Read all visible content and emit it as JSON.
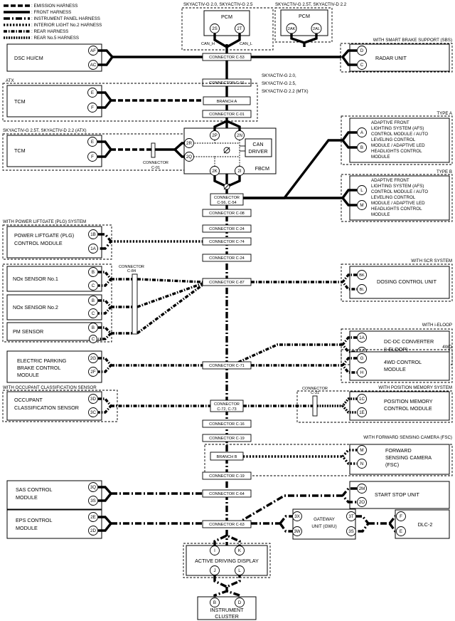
{
  "legend": [
    {
      "key": "emission",
      "label": ": EMISSION HARNESS"
    },
    {
      "key": "front",
      "label": ": FRONT HARNESS"
    },
    {
      "key": "instrument",
      "label": ": INSTRUMENT PANEL HARNESS"
    },
    {
      "key": "interior2",
      "label": ": INTERIOR LIGHT No.2 HARNESS"
    },
    {
      "key": "rear",
      "label": ": REAR HARNESS"
    },
    {
      "key": "rear5",
      "label": ": REAR No.5 HARNESS"
    }
  ],
  "pcm_a": {
    "variant": "SKYACTIV-G 2.0, SKYACTIV-G 2.5",
    "label": "PCM",
    "pin1": "2S",
    "pin2": "2T",
    "sig1": "CAN_H",
    "sig2": "CAN_L"
  },
  "pcm_b": {
    "variant": "SKYACTIV-G 2.5T, SKYACTIV-D 2.2",
    "label": "PCM",
    "pin1": "2AK",
    "pin2": "2AL"
  },
  "dsc": {
    "label": "DSC HU/CM",
    "pin1": "AF",
    "pin2": "AC"
  },
  "radar": {
    "group": "WITH SMART BRAKE SUPPORT (SBS)",
    "label": "RADAR UNIT",
    "pin1": "D",
    "pin2": "C"
  },
  "tcm_atx": {
    "group": "ATX",
    "label": "TCM",
    "pin1": "E",
    "pin2": "F"
  },
  "mtx_note": [
    "SKYACTIV-G 2.0,",
    "SKYACTIV-G 2.5,",
    "SKYACTIV-D 2.2 (MTX)"
  ],
  "tcm_atx2": {
    "group": "SKYACTIV-G 2.5T, SKYACTIV-D 2.2 (ATX)",
    "label": "TCM",
    "pin1": "E",
    "pin2": "F"
  },
  "connector_c01_label": [
    "CONNECTOR",
    "C-01"
  ],
  "branch_a": "BRANCH A",
  "fbcm": {
    "label": "FBCM",
    "can_driver": [
      "CAN",
      "DRIVER"
    ],
    "pins": [
      "2P",
      "2N",
      "2R",
      "2Q",
      "2K",
      "2I"
    ]
  },
  "afs_a": {
    "group": "TYPE A",
    "lines": [
      "ADAPTIVE FRONT",
      "LIGHTING SYSTEM (AFS)",
      "CONTROL MODULE / AUTO",
      "LEVELING CONTROL",
      "MODULE / ADAPTIVE LED",
      "HEADLIGHTS CONTROL",
      "MODULE"
    ],
    "pin1": "A",
    "pin2": "B"
  },
  "afs_b": {
    "group": "TYPE B",
    "lines": [
      "ADAPTIVE FRONT",
      "LIGHTING SYSTEM (AFS)",
      "CONTROL MODULE / AUTO",
      "LEVELING CONTROL",
      "MODULE / ADAPTIVE LED",
      "HEADLIGHTS CONTROL",
      "MODULE"
    ],
    "pin1": "L",
    "pin2": "M"
  },
  "plg": {
    "group": "WITH POWER LIFTGATE (PLG) SYSTEM",
    "lines": [
      "POWER LIFTGATE (PLG)",
      "CONTROL MODULE"
    ],
    "pin1": "1B",
    "pin2": "1A"
  },
  "nox1": {
    "label": "NOx SENSOR No.1",
    "pin1": "B",
    "pin2": "C"
  },
  "nox2": {
    "label": "NOx SENSOR No.2",
    "pin1": "B",
    "pin2": "C"
  },
  "pm": {
    "label": "PM SENSOR",
    "pin1": "B",
    "pin2": "C"
  },
  "c84_label": [
    "CONNECTOR",
    "C-84"
  ],
  "dosing": {
    "group": "WITH SCR SYSTEM",
    "label": "DOSING CONTROL UNIT",
    "pin1": "BK",
    "pin2": "BL"
  },
  "dcdc": {
    "group": "WITH i-ELOOP",
    "lines": [
      "DC-DC CONVERTER",
      "(i-ELOOP)"
    ],
    "pin1": "1A",
    "pin2": "1C"
  },
  "epb": {
    "lines": [
      "ELECTRIC PARKING",
      "BRAKE CONTROL",
      "MODULE"
    ],
    "pin1": "2G",
    "pin2": "2F"
  },
  "awd": {
    "group": "4WD",
    "lines": [
      "4WD CONTROL",
      "MODULE"
    ],
    "pin1": "G",
    "pin2": "H"
  },
  "ocs": {
    "group": "WITH OCCUPANT CLASSIFICATION SENSOR",
    "lines": [
      "OCCUPANT",
      "CLASSIFICATION SENSOR"
    ],
    "pin1": "3D",
    "pin2": "3C"
  },
  "pmcm": {
    "group": "WITH POSITION MEMORY SYSTEM",
    "lines": [
      "POSITION MEMORY",
      "CONTROL MODULE"
    ],
    "pin1": "1C",
    "pin2": "1E"
  },
  "c31_label": [
    "CONNECTOR",
    "C-31"
  ],
  "fsc": {
    "group": "WITH FORWARD SENSING CAMERA (FSC)",
    "lines": [
      "FORWARD",
      "SENSING CAMERA",
      "(FSC)"
    ],
    "pin1": "M",
    "pin2": "N"
  },
  "branch_b": "BRANCH B",
  "sas": {
    "lines": [
      "SAS CONTROL",
      "MODULE"
    ],
    "pin1": "3Q",
    "pin2": "3S"
  },
  "ssu": {
    "label": "START STOP UNIT",
    "pin1": "2M",
    "pin2": "2O"
  },
  "eps": {
    "lines": [
      "EPS CONTROL",
      "MODULE"
    ],
    "pin1": "2E",
    "pin2": "2D"
  },
  "gwu": {
    "lines": [
      "GATEWAY",
      "UNIT (GWU)"
    ],
    "pin1": "3X",
    "pin2": "3W",
    "pin3": "3T",
    "pin4": "3S"
  },
  "dlc": {
    "label": "DLC-2",
    "pin1": "F",
    "pin2": "E"
  },
  "add": {
    "label": "ACTIVE DRIVING DISPLAY",
    "pin1": "I",
    "pin2": "K",
    "pin3": "J",
    "pin4": "L"
  },
  "cluster": {
    "lines": [
      "INSTRUMENT",
      "CLUSTER"
    ],
    "pin1": "B",
    "pin2": "D"
  },
  "connectors": {
    "c53": "CONNECTOR C-53",
    "c01a": "CONNECTOR C-01",
    "c01b": "CONNECTOR C-01",
    "c56": [
      "CONNECTOR",
      "C-56, C-54"
    ],
    "c08": "CONNECTOR C-08",
    "c24a": "CONNECTOR C-24",
    "c74": "CONNECTOR C-74",
    "c24b": "CONNECTOR C-24",
    "c87": "CONNECTOR C-87",
    "c71": "CONNECTOR C-71",
    "c72": [
      "CONNECTOR",
      "C-72, C-73"
    ],
    "c16": "CONNECTOR C-16",
    "c19a": "CONNECTOR C-19",
    "c19b": "CONNECTOR C-19",
    "c64": "CONNECTOR C-64",
    "c63": "CONNECTOR C-63"
  }
}
